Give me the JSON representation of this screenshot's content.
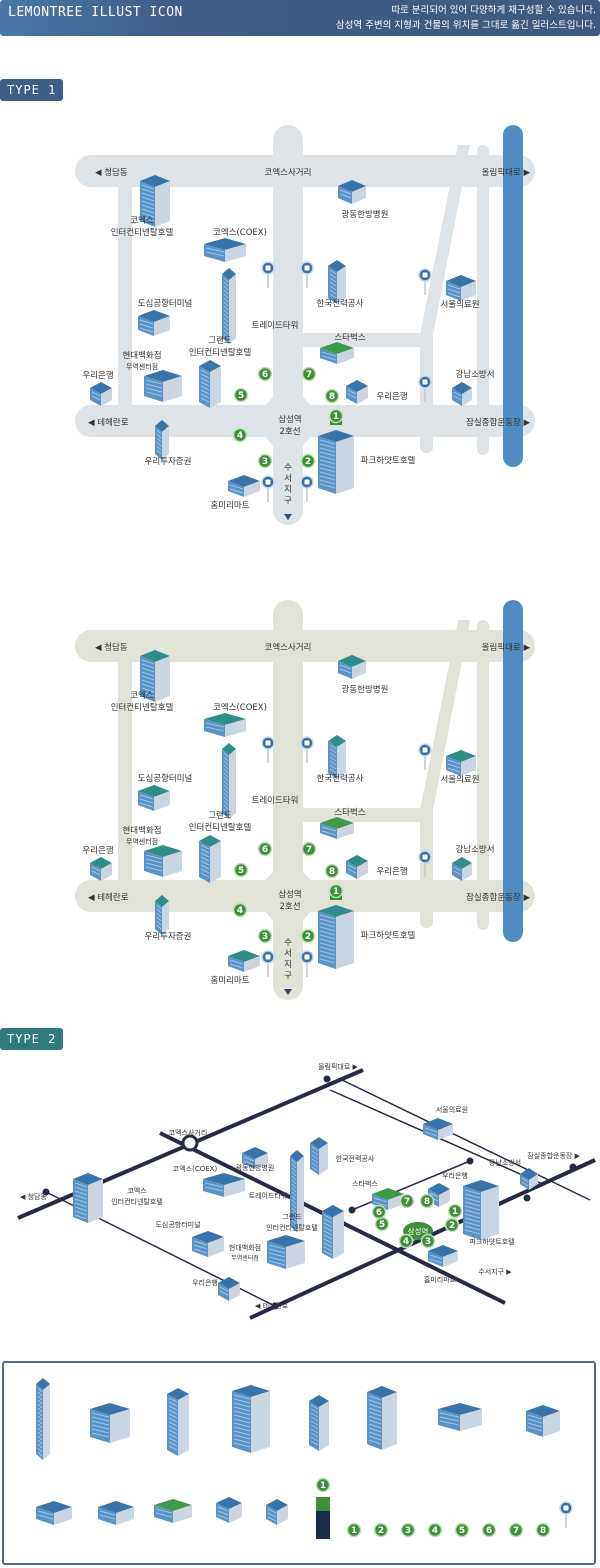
{
  "header": {
    "title": "LEMONTREE ILLUST ICON",
    "subtitle_line1": "따로 분리되어 있어 다양하게 재구성할 수 있습니다.",
    "subtitle_line2": "삼성역 주변의 지형과 건물의 위치를 그대로 옮긴 일러스트입니다."
  },
  "type1": {
    "badge": "TYPE 1",
    "maps": [
      {
        "variant": "blue-roads",
        "road_color": "#dde3e6",
        "river_color": "#4f8cc4",
        "building_roof": "#3a73a8"
      },
      {
        "variant": "beige-roads",
        "road_color": "#e1e3d8",
        "river_color": "#4f8cc4",
        "building_roof": "#2f8c86"
      }
    ],
    "labels": {
      "cheongdam": "◀ 청담동",
      "coex_intersection": "코엑스사거리",
      "olympic": "올림픽대로 ▶",
      "coex_hotel_1": "코엑스",
      "coex_hotel_2": "인터컨티넨탈호텔",
      "gwangdong": "광동한방병원",
      "coex": "코엑스(COEX)",
      "kepco": "한국전력공사",
      "seoul_medical": "서울의료원",
      "airport_terminal": "도심공항터미널",
      "trade_tower": "트레이드타워",
      "starbucks": "스타벅스",
      "grand_1": "그랜드",
      "grand_2": "인터컨티넨탈호텔",
      "hyundai_1": "현대백화점",
      "hyundai_2": "무역센터점",
      "woori_left": "우리은행",
      "woori_right": "우리은행",
      "gangnam_fire": "강남소방서",
      "teheran": "◀ 테헤란로",
      "station_1": "삼성역",
      "station_2": "2호선",
      "jamsil": "잠실종합운동장 ▶",
      "woori_securities": "우리투자증권",
      "park_hyatt": "파크하얏트호텔",
      "homeplus": "홈미리마트",
      "suseo": "수서지구"
    },
    "exits": [
      "1",
      "2",
      "3",
      "4",
      "5",
      "6",
      "7",
      "8"
    ]
  },
  "type2": {
    "badge": "TYPE 2",
    "labels": {
      "olympic": "올림픽대로 ▶",
      "seoul_medical": "서울의료원",
      "coex_intersection": "코엑스사거리",
      "gwangdong": "광동한방병원",
      "kepco": "한국전력공사",
      "jamsil": "잠실종합운동장 ▶",
      "gangnam_fire": "강남소방서",
      "coex": "코엑스(COEX)",
      "cheongdam": "◀ 청담동",
      "coex_hotel_1": "코엑스",
      "coex_hotel_2": "인터컨티넨탈호텔",
      "trade_tower": "트레이드타워",
      "starbucks": "스타벅스",
      "woori_right": "우리은행",
      "grand_1": "그랜드",
      "grand_2": "인터컨티넨탈호텔",
      "airport_terminal": "도심공항터미널",
      "station": "삼성역",
      "park_hyatt": "파크하얏트호텔",
      "hyundai_1": "현대백화점",
      "hyundai_2": "무역센터점",
      "homeplus": "홈미리마트",
      "suseo": "수서지구 ▶",
      "woori_left": "우리은행",
      "teheran": "◀ 테헤란로"
    },
    "exits": [
      "1",
      "2",
      "3",
      "4",
      "5",
      "6",
      "7",
      "8"
    ]
  },
  "icon_set": {
    "buildings_row1": [
      "trade-tower",
      "hyundai-department-store",
      "grand-intercontinental",
      "coex-intercontinental",
      "kepco-tower",
      "park-hyatt",
      "coex-mall",
      "airport-terminal"
    ],
    "buildings_row2": [
      "seoul-medical",
      "homeplus",
      "starbucks",
      "woori-bank",
      "fire-station"
    ],
    "exit_pillar": "1",
    "exits": [
      "1",
      "2",
      "3",
      "4",
      "5",
      "6",
      "7",
      "8"
    ]
  },
  "colors": {
    "accent_green": "#3f8f3a",
    "header_blue": "#3d5e86",
    "type2_teal": "#2e7a7e",
    "type2_road": "#262a45"
  }
}
